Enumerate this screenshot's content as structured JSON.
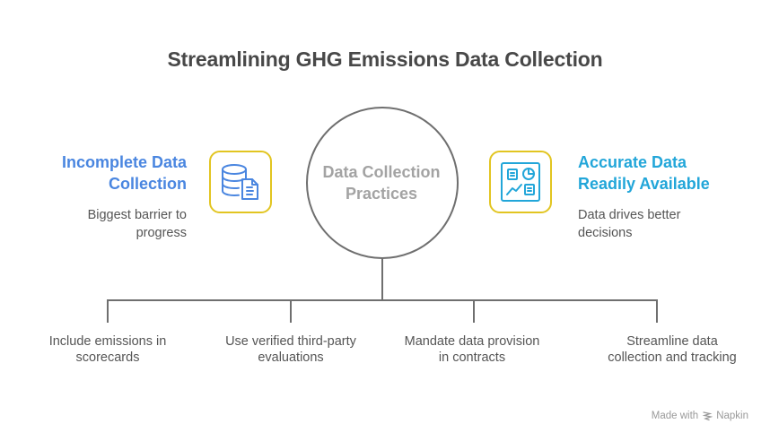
{
  "title": "Streamlining GHG Emissions Data Collection",
  "center": {
    "label_line1": "Data Collection",
    "label_line2": "Practices"
  },
  "left": {
    "title_line1": "Incomplete Data",
    "title_line2": "Collection",
    "desc_line1": "Biggest barrier to",
    "desc_line2": "progress",
    "icon": "database-document-icon",
    "color": "#4a86e0"
  },
  "right": {
    "title_line1": "Accurate Data",
    "title_line2": "Readily Available",
    "desc_line1": "Data drives better",
    "desc_line2": "decisions",
    "icon": "dashboard-icon",
    "color": "#22a6d9"
  },
  "practices": [
    {
      "line1": "Include emissions in",
      "line2": "scorecards"
    },
    {
      "line1": "Use verified third-party",
      "line2": "evaluations"
    },
    {
      "line1": "Mandate data provision",
      "line2": "in contracts"
    },
    {
      "line1": "Streamline data",
      "line2": "collection and tracking"
    }
  ],
  "footer": {
    "made_with": "Made with",
    "brand": "Napkin"
  },
  "colors": {
    "icon_border": "#e2c521",
    "connector": "#6f6f6f"
  }
}
